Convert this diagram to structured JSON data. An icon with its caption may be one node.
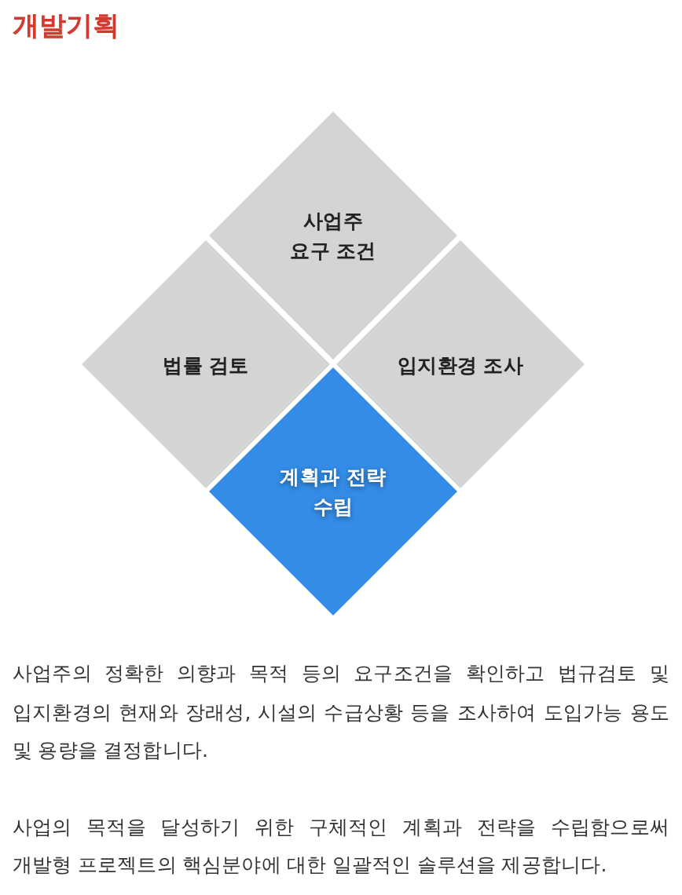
{
  "diagram": {
    "title": "개발기획",
    "nodes": [
      {
        "text": [
          "사업주 요구 조건"
        ]
      },
      {
        "text": [
          "법률 검토"
        ]
      },
      {
        "text": [
          "입지환경 조사"
        ]
      },
      {
        "text": [
          "계획과 전략 수립"
        ]
      }
    ],
    "labels": [
      "사업주의 정확한 의향과 목적 등의 요구조건을 확인하고 법규검토 및 입지환경의 현재와 장래성, 시설의 수급상황 등을 조사하여 도입가능 용도 및 용량을 결정합니다.",
      "사업의 목적을 달성하기 위한 구체적인 계획과 전략을 수립함으로써 개발형 프로젝트의 핵심분야에 대한 일괄적인 솔루션을 제공합니다."
    ]
  }
}
